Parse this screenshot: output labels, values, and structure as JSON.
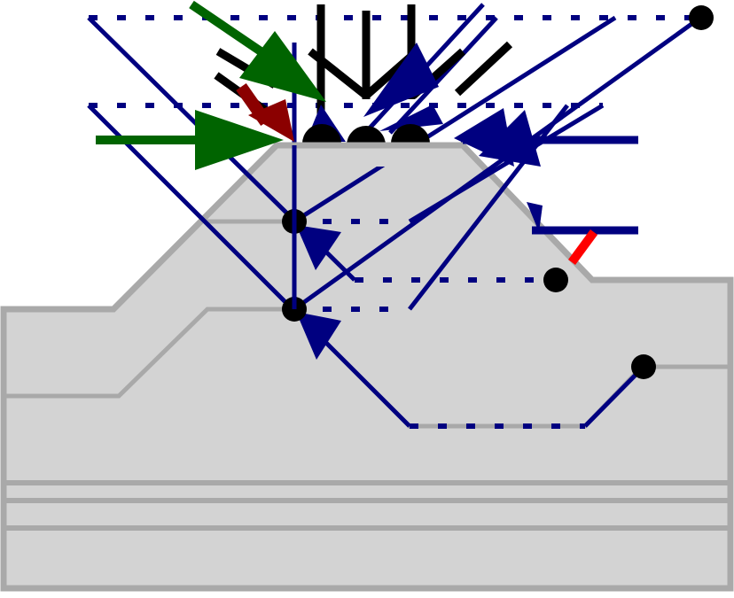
{
  "colors": {
    "background": "#ffffff",
    "terrain_fill": "#d3d3d3",
    "terrain_outline": "#a9a9a9",
    "ray_blue": "#000080",
    "arrow_green": "#006400",
    "arrow_darkred": "#8b0000",
    "arrow_red": "#ff0000",
    "node_black": "#000000"
  },
  "icons": {
    "node": "filled-circle",
    "direction": "triangle-arrowhead",
    "tick": "short-black-bar"
  }
}
